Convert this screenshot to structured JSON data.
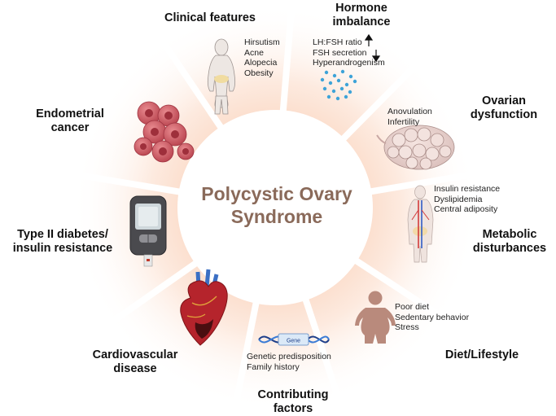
{
  "title": {
    "line1": "Polycystic Ovary",
    "line2": "Syndrome"
  },
  "colors": {
    "title": "#8a6a5a",
    "segment_center": "#fde8dc",
    "segment_edge": "#ffffff",
    "divider": "#ffffff"
  },
  "segments": [
    {
      "id": "clinical",
      "label_lines": [
        "Clinical features"
      ],
      "details": [
        "Hirsutism",
        "Acne",
        "Alopecia",
        "Obesity"
      ],
      "icon": "female-body-icon"
    },
    {
      "id": "hormone",
      "label_lines": [
        "Hormone",
        "imbalance"
      ],
      "details": [
        "LH:FSH ratio",
        "FSH secretion",
        "Hyperandrogenism"
      ],
      "icon": "hormone-molecules-icon"
    },
    {
      "id": "ovarian",
      "label_lines": [
        "Ovarian",
        "dysfunction"
      ],
      "details": [
        "Anovulation",
        "Infertility"
      ],
      "icon": "polycystic-ovary-icon"
    },
    {
      "id": "metabolic",
      "label_lines": [
        "Metabolic",
        "disturbances"
      ],
      "details": [
        "Insulin resistance",
        "Dyslipidemia",
        "Central adiposity"
      ],
      "icon": "body-vasculature-icon"
    },
    {
      "id": "diet",
      "label_lines": [
        "Diet/Lifestyle"
      ],
      "details": [
        "Poor diet",
        "Sedentary behavior",
        "Stress"
      ],
      "icon": "obese-person-icon"
    },
    {
      "id": "contributing",
      "label_lines": [
        "Contributing",
        "factors"
      ],
      "details": [
        "Genetic predisposition",
        "Family history"
      ],
      "icon": "dna-gene-icon",
      "icon_text": "Gene"
    },
    {
      "id": "cardio",
      "label_lines": [
        "Cardiovascular",
        "disease"
      ],
      "details": [],
      "icon": "heart-icon"
    },
    {
      "id": "diabetes",
      "label_lines": [
        "Type II diabetes/",
        "insulin resistance"
      ],
      "details": [],
      "icon": "glucometer-icon"
    },
    {
      "id": "endometrial",
      "label_lines": [
        "Endometrial",
        "cancer"
      ],
      "details": [],
      "icon": "cancer-cells-icon"
    }
  ]
}
